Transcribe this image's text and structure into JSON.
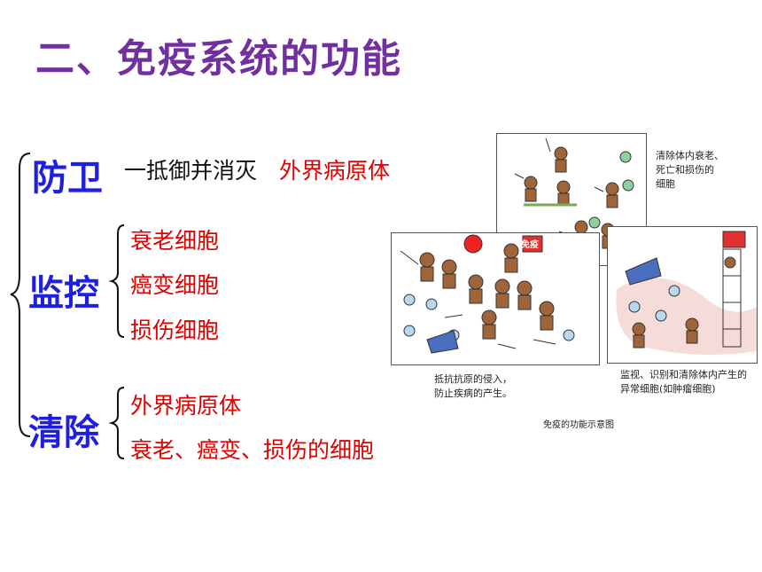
{
  "title": "二、免疫系统的功能",
  "sections": {
    "defense": {
      "heading": "防卫",
      "desc_black": "一抵御并消灭",
      "desc_red": "外界病原体"
    },
    "monitor": {
      "heading": "监控",
      "items": [
        "衰老细胞",
        "癌变细胞",
        "损伤细胞"
      ]
    },
    "clear": {
      "heading": "清除",
      "items": [
        "外界病原体",
        "衰老、癌变、损伤的细胞"
      ]
    }
  },
  "figure": {
    "caption_top_right": [
      "清除体内衰老、",
      "死亡和损伤的",
      "细胞"
    ],
    "caption_left": [
      "抵抗抗原的侵入，",
      "防止疾病的产生。"
    ],
    "caption_right": [
      "监视、识别和清除体内产生的",
      "异常细胞(如肿瘤细胞)"
    ],
    "caption_bottom": "免疫的功能示意图",
    "flag_text": "免疫"
  },
  "colors": {
    "title": "#7030A0",
    "heading": "#1F1FE0",
    "highlight": "#E00000"
  }
}
